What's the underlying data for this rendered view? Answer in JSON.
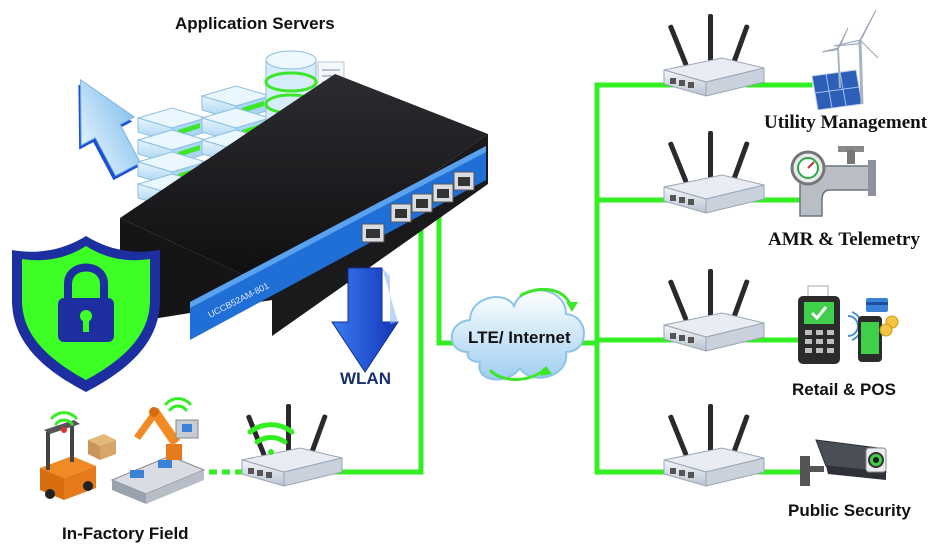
{
  "diagram": {
    "labels": {
      "application_servers": "Application Servers",
      "wlan": "WLAN",
      "lte_internet": "LTE/ Internet",
      "in_factory_field": "In-Factory Field",
      "utility_management": "Utility Management",
      "amr_telemetry": "AMR & Telemetry",
      "retail_pos": "Retail & POS",
      "public_security": "Public Security"
    },
    "device_label": "UCCB52AM-801",
    "colors": {
      "link_green": "#33ee22",
      "switch_body": "#1c1c1e",
      "switch_front": "#1f6fd6",
      "shield_green": "#3dff25",
      "shield_blue": "#1d2fa0",
      "server_blue": "#bfe3f7",
      "arrow_blue": "#1b4fd8"
    },
    "icons": [
      "shield-lock-icon",
      "upload-arrow-icon",
      "download-arrow-icon",
      "server-stack-icon",
      "database-icon",
      "cloud-icon",
      "router-icon",
      "wifi-icon",
      "wind-turbine-icon",
      "solar-panel-icon",
      "water-meter-icon",
      "pos-terminal-icon",
      "smartphone-icon",
      "cctv-camera-icon",
      "factory-robot-icon"
    ]
  }
}
